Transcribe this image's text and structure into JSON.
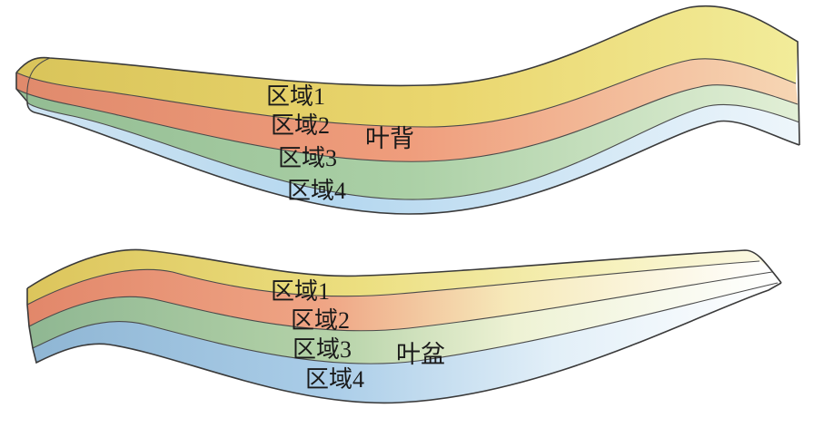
{
  "colors": {
    "region1": "#e6d86a",
    "region2": "#ec9b7a",
    "region3": "#a9cfa4",
    "region4": "#a9cde6",
    "outline": "#3a3a3a"
  },
  "suction_side": {
    "side_label": "叶背",
    "regions": [
      {
        "label": "区域1"
      },
      {
        "label": "区域2"
      },
      {
        "label": "区域3"
      },
      {
        "label": "区域4"
      }
    ]
  },
  "pressure_side": {
    "side_label": "叶盆",
    "regions": [
      {
        "label": "区域1"
      },
      {
        "label": "区域2"
      },
      {
        "label": "区域3"
      },
      {
        "label": "区域4"
      }
    ]
  }
}
